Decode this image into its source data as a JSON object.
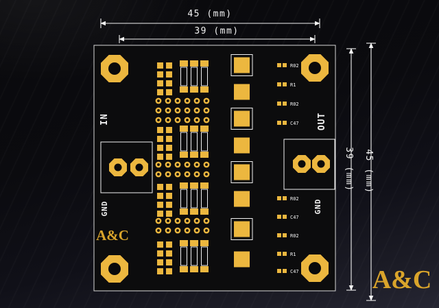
{
  "colors": {
    "gold": "#ecb73f",
    "silk": "#f2f2f2",
    "brand": "#d9a42b",
    "board": "#0c0c0d"
  },
  "dimensions": {
    "top_outer": "45 (mm)",
    "top_inner": "39 (mm)",
    "right_inner": "39 (mm)",
    "right_outer": "45 (mm)"
  },
  "board": {
    "in_label": "IN",
    "out_label": "OUT",
    "gnd_left": "GND",
    "gnd_right": "GND",
    "brand": "A&C",
    "silk_labels_top": [
      "R02",
      "R1",
      "R02",
      "C47"
    ],
    "silk_labels_bottom": [
      "R02",
      "C47",
      "R02",
      "R1",
      "C47"
    ]
  },
  "watermark": "A&C"
}
